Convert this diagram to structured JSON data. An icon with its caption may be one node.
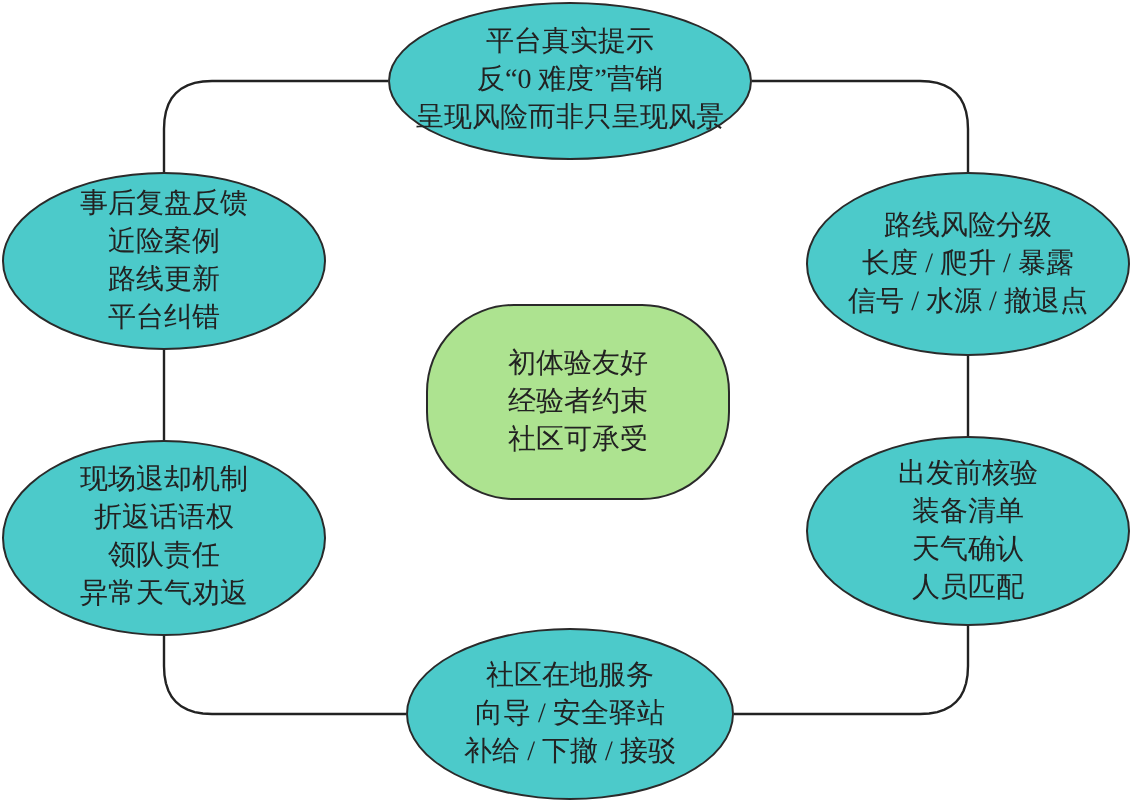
{
  "diagram": {
    "nodes": [
      {
        "text": [
          "平台真实提示",
          "反“0 难度”营销",
          "呈现风险而非只呈现风景"
        ]
      },
      {
        "text": [
          "事后复盘反馈",
          "近险案例",
          "路线更新",
          "平台纠错"
        ]
      },
      {
        "text": [
          "路线风险分级",
          "长度 / 爬升 / 暴露",
          "信号 / 水源 / 撤退点"
        ]
      },
      {
        "text": [
          "初体验友好",
          "经验者约束",
          "社区可承受"
        ]
      },
      {
        "text": [
          "现场退却机制",
          "折返话语权",
          "领队责任",
          "异常天气劝返"
        ]
      },
      {
        "text": [
          "出发前核验",
          "装备清单",
          "天气确认",
          "人员匹配"
        ]
      },
      {
        "text": [
          "社区在地服务",
          "向导 / 安全驿站",
          "补给 / 下撤 / 接驳"
        ]
      }
    ],
    "edges": [
      {
        "from": 0,
        "to": 2,
        "arrow": "none"
      },
      {
        "from": 2,
        "to": 5,
        "arrow": "none"
      },
      {
        "from": 5,
        "to": 6,
        "arrow": "none"
      },
      {
        "from": 6,
        "to": 4,
        "arrow": "none"
      },
      {
        "from": 4,
        "to": 1,
        "arrow": "none"
      },
      {
        "from": 1,
        "to": 0,
        "arrow": "none"
      }
    ]
  }
}
